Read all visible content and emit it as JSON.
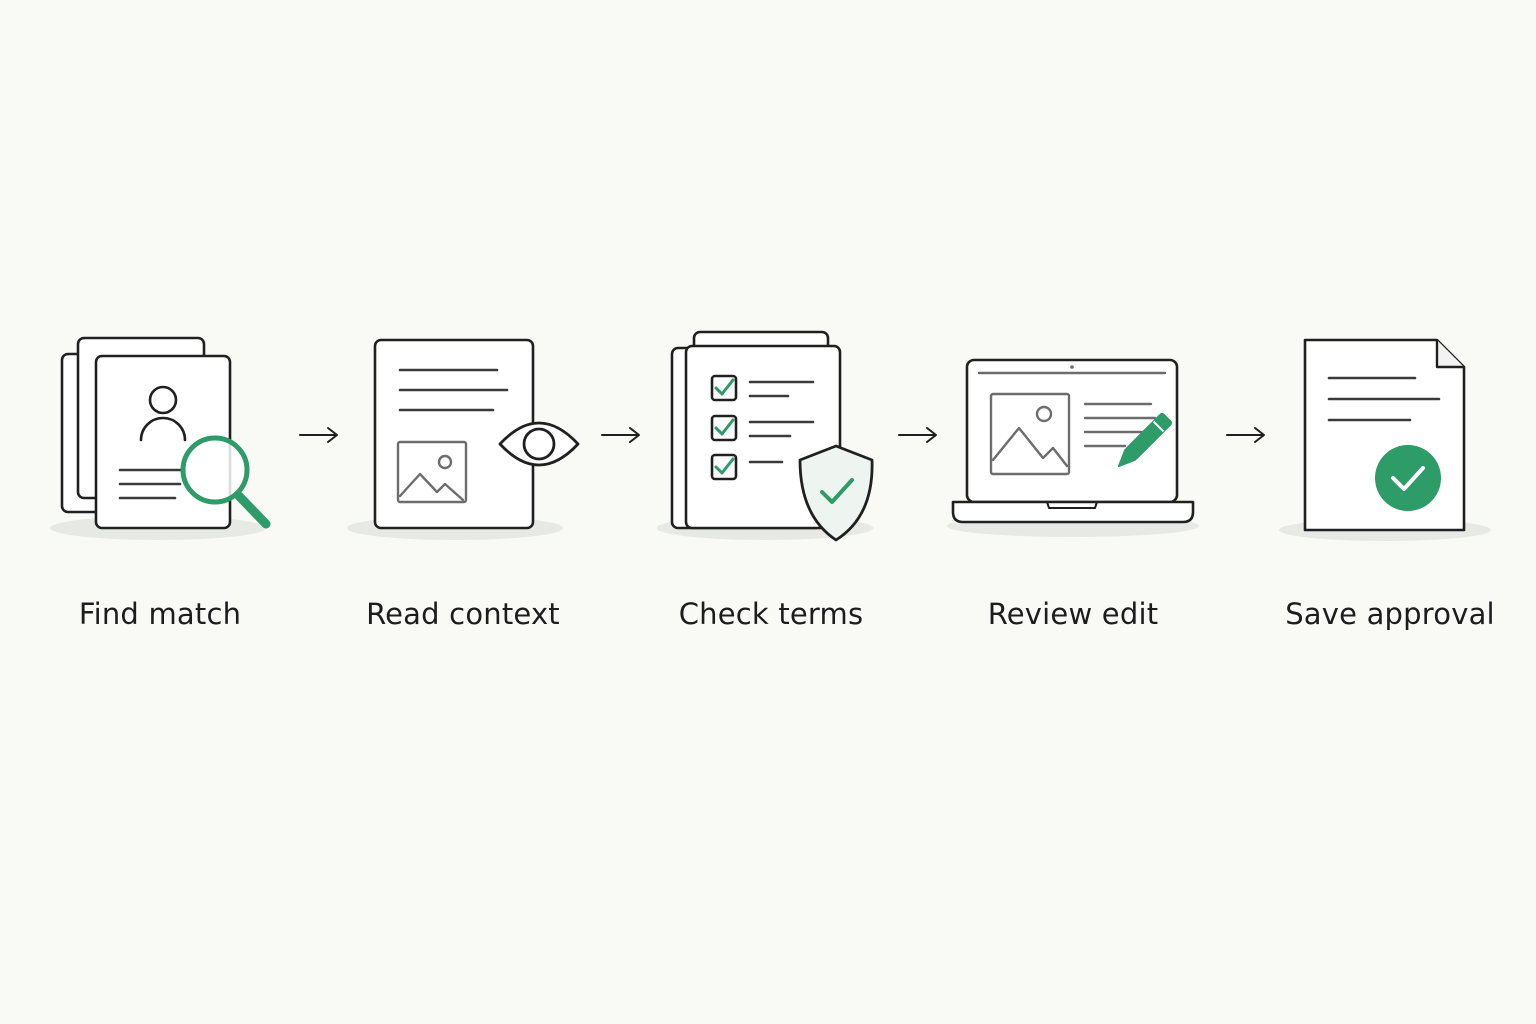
{
  "accent_color": "#2e9c68",
  "steps": [
    {
      "label": "Find match",
      "icon": "document-search-icon"
    },
    {
      "label": "Read context",
      "icon": "document-view-icon"
    },
    {
      "label": "Check terms",
      "icon": "checklist-shield-icon"
    },
    {
      "label": "Review edit",
      "icon": "laptop-edit-icon"
    },
    {
      "label": "Save approval",
      "icon": "document-approved-icon"
    }
  ],
  "connector_icon": "arrow-right-icon"
}
